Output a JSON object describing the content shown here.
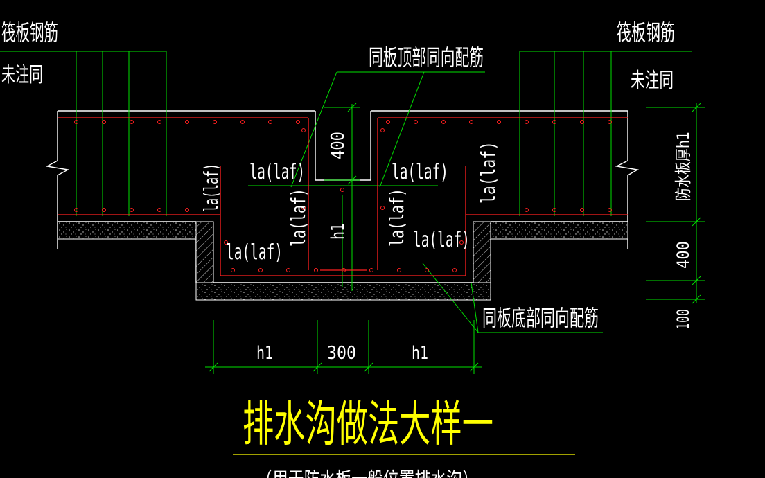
{
  "drawing": {
    "title": "排水沟做法大样一",
    "subtitle": "（用于防水板一般位置排水沟）",
    "labels": {
      "raft_rebar_left": "筏板钢筋",
      "raft_rebar_right": "筏板钢筋",
      "unnoted_same_left": "未注同",
      "unnoted_same_right": "未注同",
      "top_rebar_note": "同板顶部同向配筋",
      "bottom_rebar_note": "同板底部同向配筋",
      "anchor": "la(laf)",
      "waterproof_thickness": "防水板厚h1"
    },
    "dimensions": {
      "left_width": "h1",
      "trench_width": "300",
      "right_width": "h1",
      "trench_depth": "400",
      "trench_wall": "h1",
      "side_400": "400",
      "side_100": "100"
    }
  },
  "colors": {
    "background": "#000000",
    "outline": "#ffffff",
    "dimension": "#00ff00",
    "rebar": "#ff2020",
    "title": "#ffff00"
  }
}
